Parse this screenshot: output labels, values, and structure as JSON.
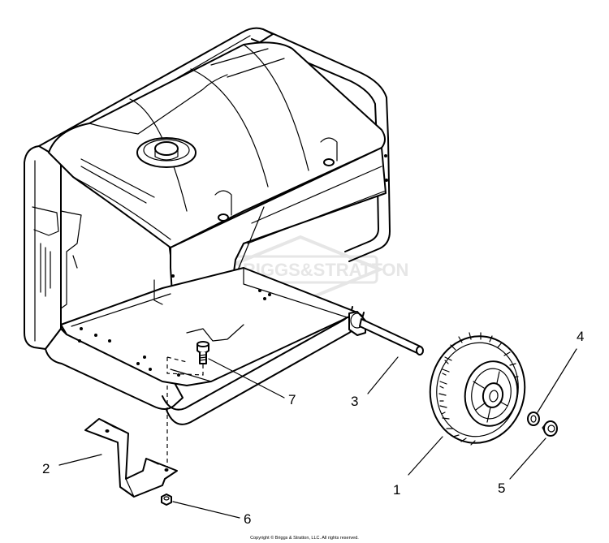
{
  "diagram": {
    "callouts": [
      {
        "id": "1",
        "label": "1"
      },
      {
        "id": "2",
        "label": "2"
      },
      {
        "id": "3",
        "label": "3"
      },
      {
        "id": "4",
        "label": "4"
      },
      {
        "id": "5",
        "label": "5"
      },
      {
        "id": "6",
        "label": "6"
      },
      {
        "id": "7",
        "label": "7"
      }
    ],
    "watermark": "BRIGGS&STRATTON",
    "copyright": "Copyright © Briggs & Stratton, LLC. All rights reserved."
  }
}
